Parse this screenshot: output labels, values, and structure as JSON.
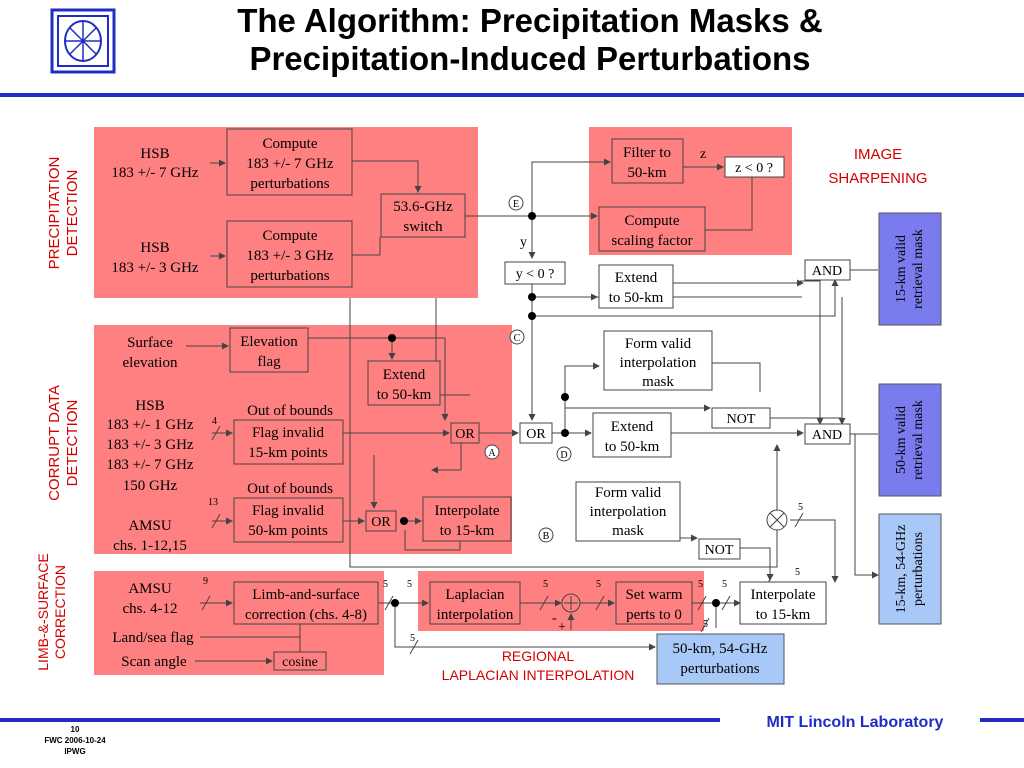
{
  "title": {
    "line1": "The Algorithm: Precipitation Masks &",
    "line2": "Precipitation-Induced Perturbations"
  },
  "colors": {
    "rule": "#1f2dc4",
    "section_fill": "#ff8080",
    "section_label": "#d40000",
    "output_mask": "#7b7bf0",
    "output_pert": "#a8c8f8"
  },
  "sections": {
    "precip": [
      "PRECIPITATION",
      "DETECTION"
    ],
    "corrupt": [
      "CORRUPT DATA",
      "DETECTION"
    ],
    "limb": [
      "LIMB-&-SURFACE",
      "CORRECTION"
    ],
    "image": [
      "IMAGE",
      "SHARPENING"
    ],
    "regional": [
      "REGIONAL",
      "LAPLACIAN INTERPOLATION"
    ]
  },
  "inputs": {
    "hsb7": [
      "HSB",
      "183 +/- 7 GHz"
    ],
    "hsb3": [
      "HSB",
      "183 +/- 3 GHz"
    ],
    "surface": [
      "Surface",
      "elevation"
    ],
    "hsb_all": [
      "HSB",
      "183 +/- 1 GHz",
      "183 +/- 3 GHz",
      "183 +/- 7 GHz",
      "150 GHz"
    ],
    "amsu115": [
      "AMSU",
      "chs. 1-12,15"
    ],
    "amsu412": [
      "AMSU",
      "chs. 4-12"
    ],
    "landsea": "Land/sea flag",
    "scan": "Scan angle",
    "oob1": "Out of bounds",
    "oob2": "Out of bounds"
  },
  "blocks": {
    "compute7": [
      "Compute",
      "183 +/- 7 GHz",
      "perturbations"
    ],
    "compute3": [
      "Compute",
      "183 +/- 3 GHz",
      "perturbations"
    ],
    "switch": [
      "53.6-GHz",
      "switch"
    ],
    "filter": [
      "Filter to",
      "50-km"
    ],
    "zlt0": "z < 0 ?",
    "scaling": [
      "Compute",
      "scaling factor"
    ],
    "ylt0": "y < 0 ?",
    "extend1": [
      "Extend",
      "to 50-km"
    ],
    "and1": "AND",
    "elev_flag": [
      "Elevation",
      "flag"
    ],
    "extend2": [
      "Extend",
      "to 50-km"
    ],
    "form1": [
      "Form valid",
      "interpolation",
      "mask"
    ],
    "flag15": [
      "Flag invalid",
      "15-km points"
    ],
    "or_a": "OR",
    "or_d": "OR",
    "extend3": [
      "Extend",
      "to 50-km"
    ],
    "not1": "NOT",
    "and2": "AND",
    "flag50": [
      "Flag invalid",
      "50-km points"
    ],
    "or_b": "OR",
    "interp15a": [
      "Interpolate",
      "to 15-km"
    ],
    "form2": [
      "Form valid",
      "interpolation",
      "mask"
    ],
    "not2": "NOT",
    "limb": [
      "Limb-and-surface",
      "correction (chs. 4-8)"
    ],
    "cosine": "cosine",
    "laplacian": [
      "Laplacian",
      "interpolation"
    ],
    "setwarm": [
      "Set warm",
      "perts to 0"
    ],
    "interp15b": [
      "Interpolate",
      "to 15-km"
    ]
  },
  "outputs": {
    "mask15": [
      "15-km valid",
      "retrieval mask"
    ],
    "mask50": [
      "50-km valid",
      "retrieval mask"
    ],
    "pert15": [
      "15-km, 54-GHz",
      "perturbations"
    ],
    "pert50": [
      "50-km, 54-GHz",
      "perturbations"
    ]
  },
  "markers": {
    "E": "E",
    "C": "C",
    "A": "A",
    "D": "D",
    "B": "B",
    "y": "y",
    "z": "z"
  },
  "bus_counts": {
    "n4": "4",
    "n13": "13",
    "n9": "9",
    "n5": "5"
  },
  "summer": {
    "minus": "-",
    "plus": "+"
  },
  "footer": {
    "page": "10",
    "date": "FWC 2006-10-24",
    "group": "IPWG",
    "lab": "MIT Lincoln Laboratory"
  }
}
